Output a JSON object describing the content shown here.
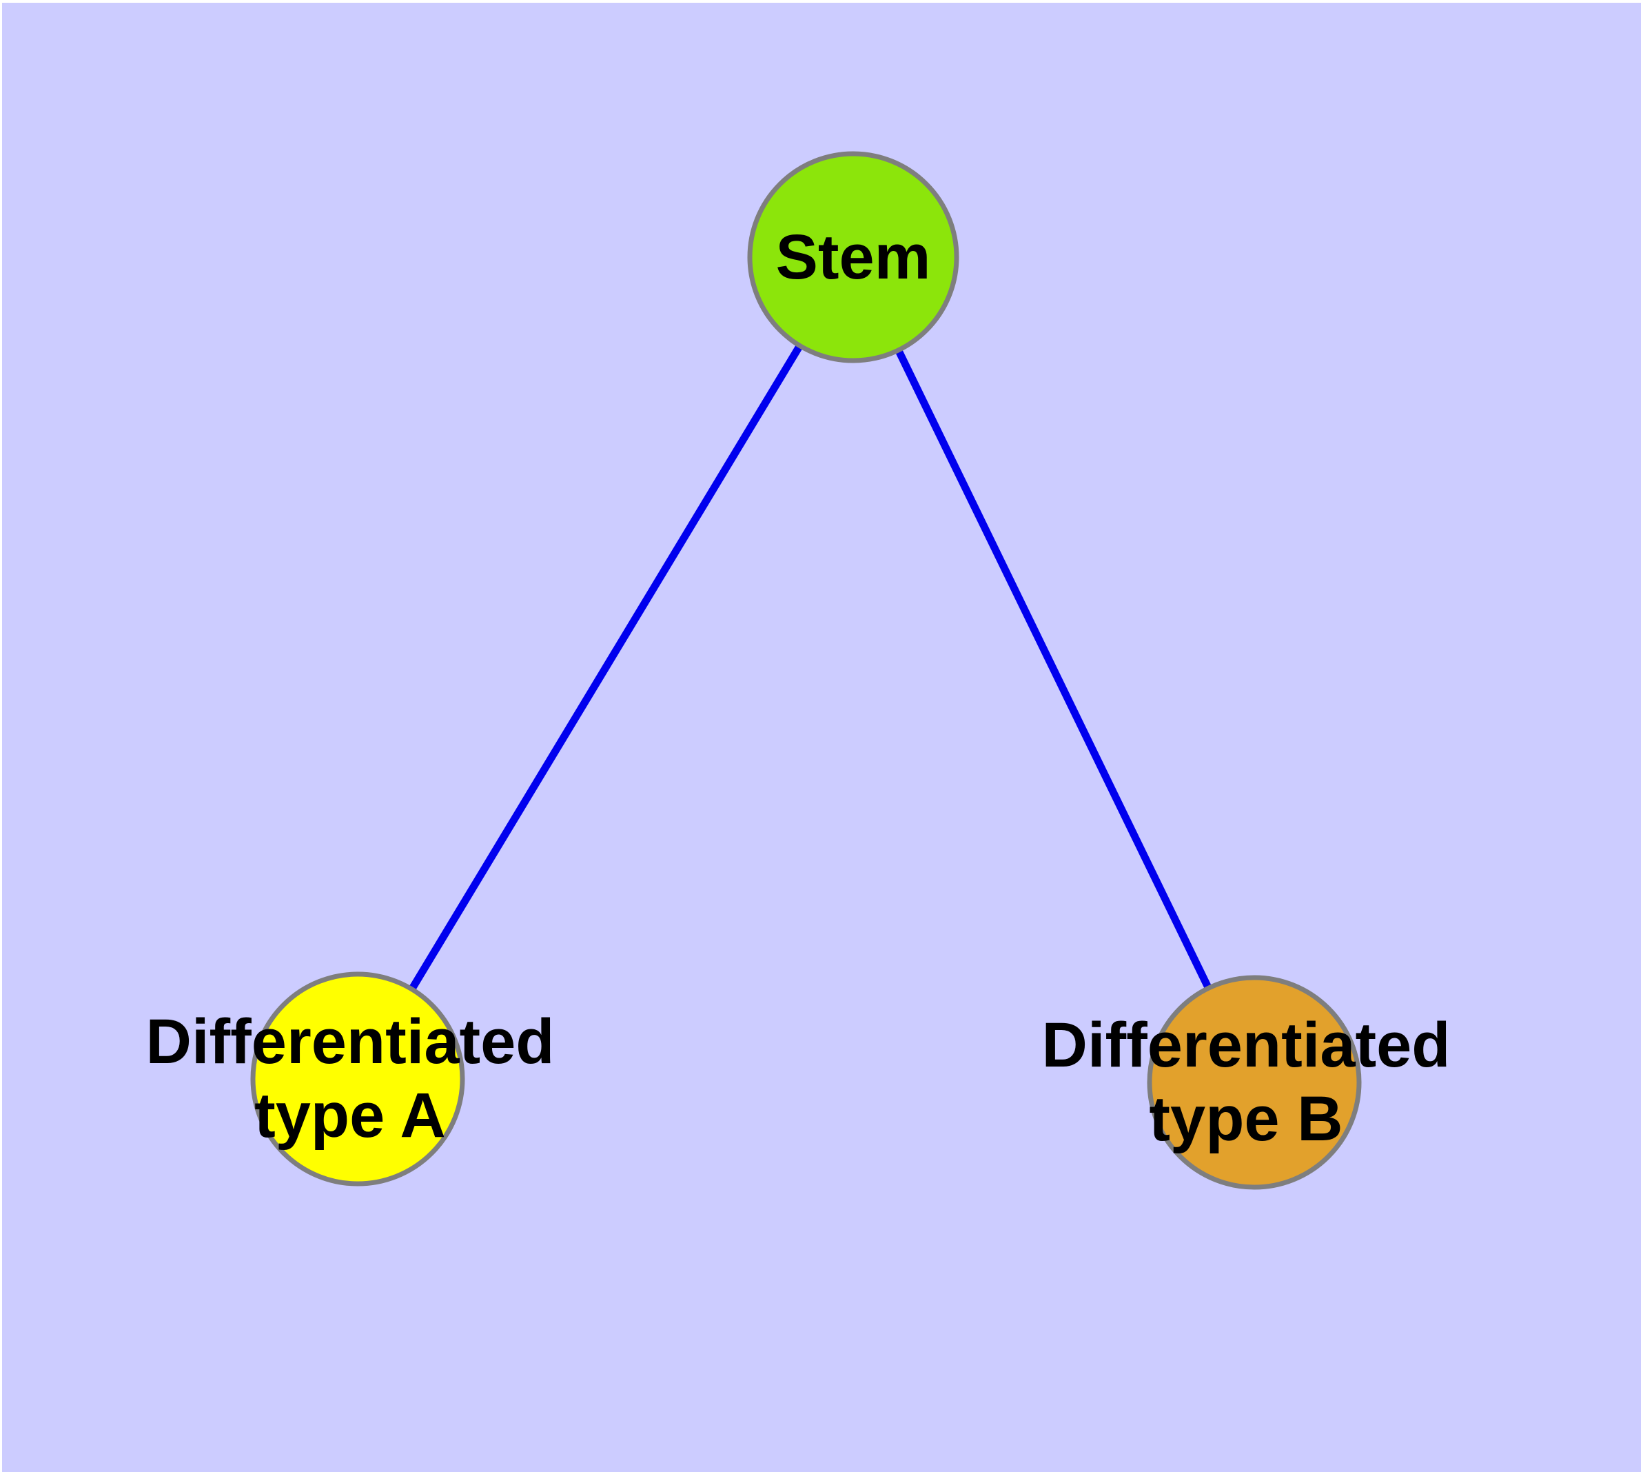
{
  "colors": {
    "background": "#CCCCFF",
    "frame": "#FFFFFF",
    "edge": "#0000EE",
    "node_border": "#7E7E7E",
    "label_text": "#000000"
  },
  "nodes": [
    {
      "id": "stem",
      "label": "Stem",
      "color": "#8CE50B"
    },
    {
      "id": "diff-a",
      "label_line1": "Differentiated",
      "label_line2": "type A",
      "color": "#FFFF00"
    },
    {
      "id": "diff-b",
      "label_line1": "Differentiated",
      "label_line2": "type B",
      "color": "#E2A12C"
    }
  ],
  "edges": [
    {
      "from": "Stem",
      "to": "Differentiated type A"
    },
    {
      "from": "Stem",
      "to": "Differentiated type B"
    }
  ]
}
